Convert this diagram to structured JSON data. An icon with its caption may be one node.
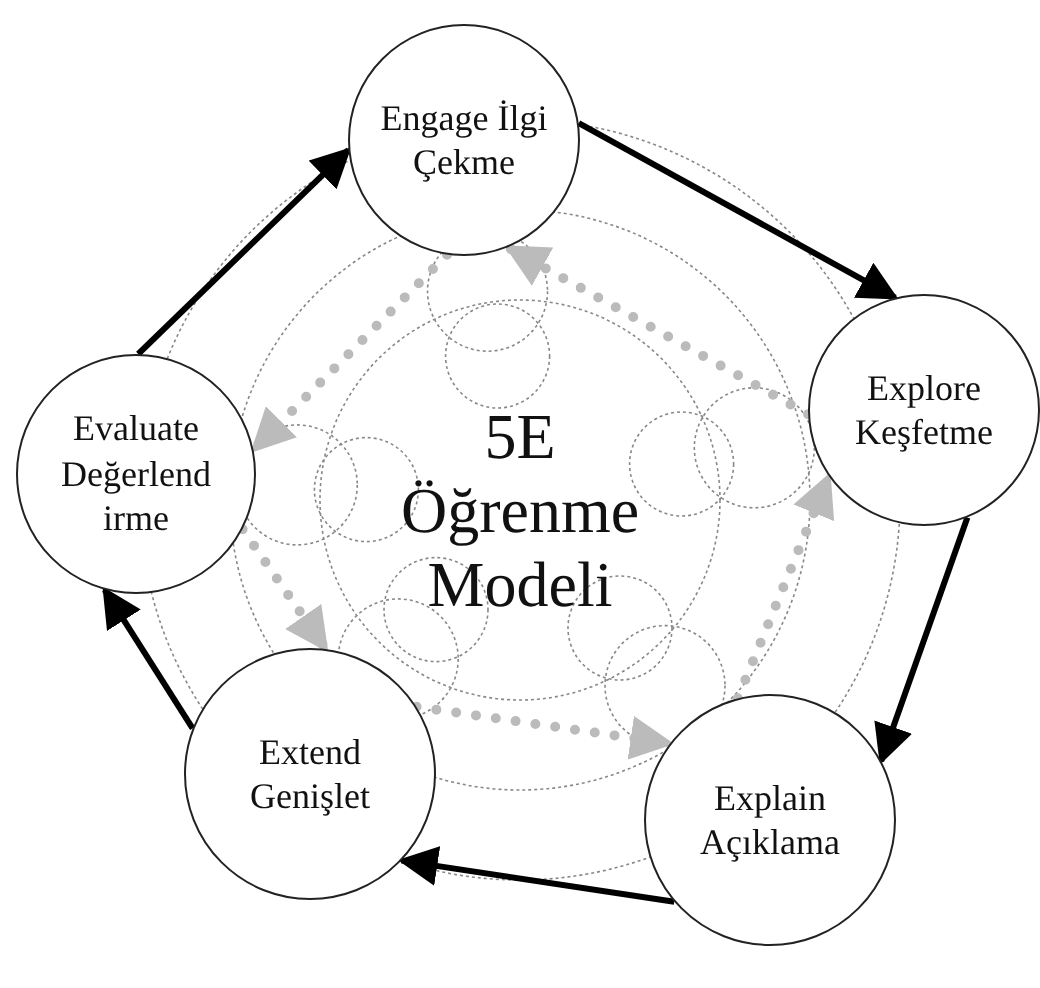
{
  "diagram": {
    "nodes": [
      {
        "text": [
          "Engage İlgi Çekme"
        ]
      },
      {
        "text": [
          "Explore Keşfetme"
        ]
      },
      {
        "text": [
          "Explain Açıklama"
        ]
      },
      {
        "text": [
          "Extend Genişlet"
        ]
      },
      {
        "text": [
          "Evaluate Değerlend irme"
        ]
      }
    ],
    "edges": [
      {
        "from": 0,
        "to": 1,
        "arrow": "to"
      },
      {
        "from": 1,
        "to": 2,
        "arrow": "to"
      },
      {
        "from": 2,
        "to": 3,
        "arrow": "to"
      },
      {
        "from": 3,
        "to": 4,
        "arrow": "to"
      },
      {
        "from": 4,
        "to": 0,
        "arrow": "to"
      },
      {
        "from": 1,
        "to": 0,
        "arrow": "to",
        "style": "dashed",
        "color": "#bbbbbb"
      },
      {
        "from": 2,
        "to": 1,
        "arrow": "to",
        "style": "dashed",
        "color": "#bbbbbb"
      },
      {
        "from": 3,
        "to": 2,
        "arrow": "to",
        "style": "dashed",
        "color": "#bbbbbb"
      },
      {
        "from": 4,
        "to": 3,
        "arrow": "to",
        "style": "dashed",
        "color": "#bbbbbb"
      },
      {
        "from": 0,
        "to": 4,
        "arrow": "to",
        "style": "dashed",
        "color": "#bbbbbb"
      }
    ],
    "labels": [
      "5E Öğrenme Modeli"
    ]
  }
}
